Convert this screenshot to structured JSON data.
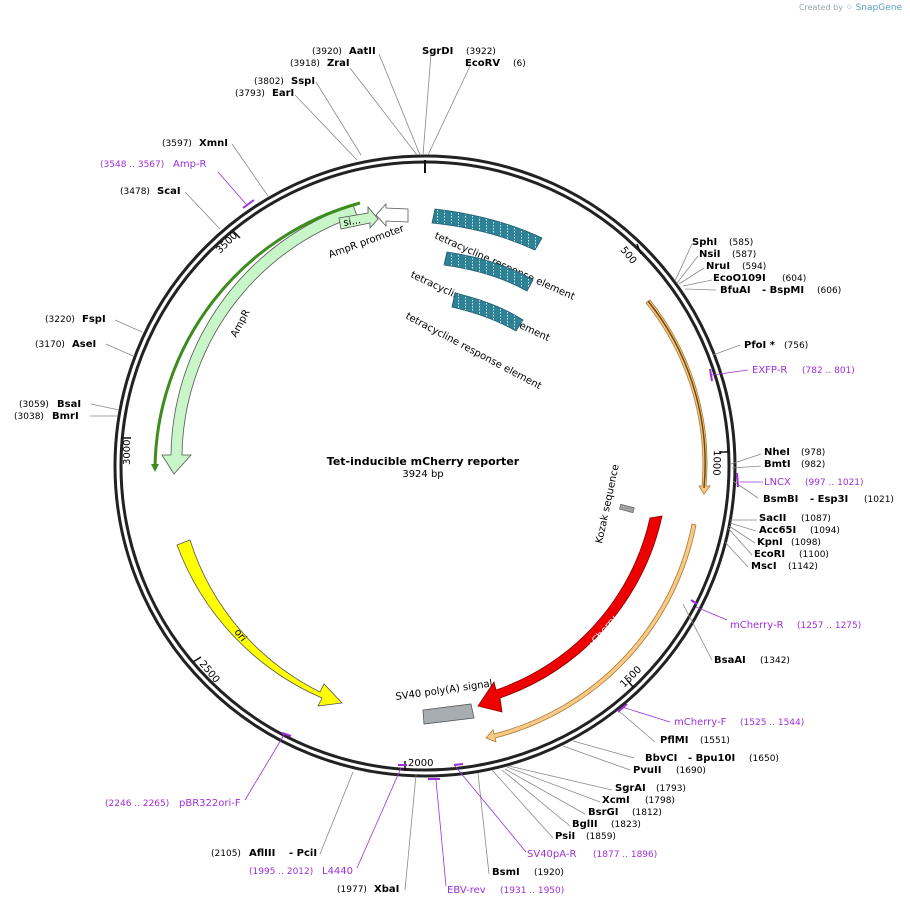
{
  "credit": {
    "prefix": "Created by",
    "brand": "SnapGene"
  },
  "plasmid": {
    "name": "Tet-inducible mCherry reporter",
    "size_label": "3924 bp"
  },
  "ticks": [
    "500",
    "1000",
    "1500",
    "2000",
    "2500",
    "3000",
    "3500"
  ],
  "features": {
    "ampr": "AmpR",
    "ampr_promoter": "AmpR promoter",
    "si": "si...",
    "tre1": "tetracycline response element",
    "tre2": "tetracycline response element",
    "tre3": "tetracycline response element",
    "kozak": "Kozak sequence",
    "mcherry": "mCherry",
    "sv40": "SV40 poly(A) signal",
    "ori": "ori"
  },
  "enzymes": [
    {
      "name": "AatII",
      "pos": "(3920)"
    },
    {
      "name": "ZraI",
      "pos": "(3918)"
    },
    {
      "name": "SspI",
      "pos": "(3802)"
    },
    {
      "name": "EarI",
      "pos": "(3793)"
    },
    {
      "name": "SgrDI",
      "pos": "(3922)"
    },
    {
      "name": "EcoRV",
      "pos": "(6)"
    },
    {
      "name": "XmnI",
      "pos": "(3597)"
    },
    {
      "name": "ScaI",
      "pos": "(3478)"
    },
    {
      "name": "FspI",
      "pos": "(3220)"
    },
    {
      "name": "AseI",
      "pos": "(3170)"
    },
    {
      "name": "BsaI",
      "pos": "(3059)"
    },
    {
      "name": "BmrI",
      "pos": "(3038)"
    },
    {
      "name": "SphI",
      "pos": "(585)"
    },
    {
      "name": "NsiI",
      "pos": "(587)"
    },
    {
      "name": "NruI",
      "pos": "(594)"
    },
    {
      "name": "EcoO109I",
      "pos": "(604)"
    },
    {
      "name": "BfuAI",
      "name2": "- BspMI",
      "pos": "(606)"
    },
    {
      "name": "PfoI *",
      "pos": "(756)"
    },
    {
      "name": "NheI",
      "pos": "(978)"
    },
    {
      "name": "BmtI",
      "pos": "(982)"
    },
    {
      "name": "BsmBI",
      "name2": "- Esp3I",
      "pos": "(1021)"
    },
    {
      "name": "SacII",
      "pos": "(1087)"
    },
    {
      "name": "Acc65I",
      "pos": "(1094)"
    },
    {
      "name": "KpnI",
      "pos": "(1098)"
    },
    {
      "name": "EcoRI",
      "pos": "(1100)"
    },
    {
      "name": "MscI",
      "pos": "(1142)"
    },
    {
      "name": "BsaAI",
      "pos": "(1342)"
    },
    {
      "name": "PflMI",
      "pos": "(1551)"
    },
    {
      "name": "BbvCI",
      "name2": "- Bpu10I",
      "pos": "(1650)"
    },
    {
      "name": "PvuII",
      "pos": "(1690)"
    },
    {
      "name": "SgrAI",
      "pos": "(1793)"
    },
    {
      "name": "XcmI",
      "pos": "(1798)"
    },
    {
      "name": "BsrGI",
      "pos": "(1812)"
    },
    {
      "name": "BglII",
      "pos": "(1823)"
    },
    {
      "name": "PsiI",
      "pos": "(1859)"
    },
    {
      "name": "BsmI",
      "pos": "(1920)"
    },
    {
      "name": "XbaI",
      "pos": "(1977)"
    },
    {
      "name": "AflIII",
      "name2": "- PciI",
      "pos": "(2105)"
    }
  ],
  "primers": [
    {
      "name": "Amp-R",
      "pos": "(3548 .. 3567)"
    },
    {
      "name": "EXFP-R",
      "pos": "(782 .. 801)"
    },
    {
      "name": "LNCX",
      "pos": "(997 .. 1021)"
    },
    {
      "name": "mCherry-R",
      "pos": "(1257 .. 1275)"
    },
    {
      "name": "mCherry-F",
      "pos": "(1525 .. 1544)"
    },
    {
      "name": "SV40pA-R",
      "pos": "(1877 .. 1896)"
    },
    {
      "name": "EBV-rev",
      "pos": "(1931 .. 1950)"
    },
    {
      "name": "L4440",
      "pos": "(1995 .. 2012)"
    },
    {
      "name": "pBR322ori-F",
      "pos": "(2246 .. 2265)"
    }
  ]
}
